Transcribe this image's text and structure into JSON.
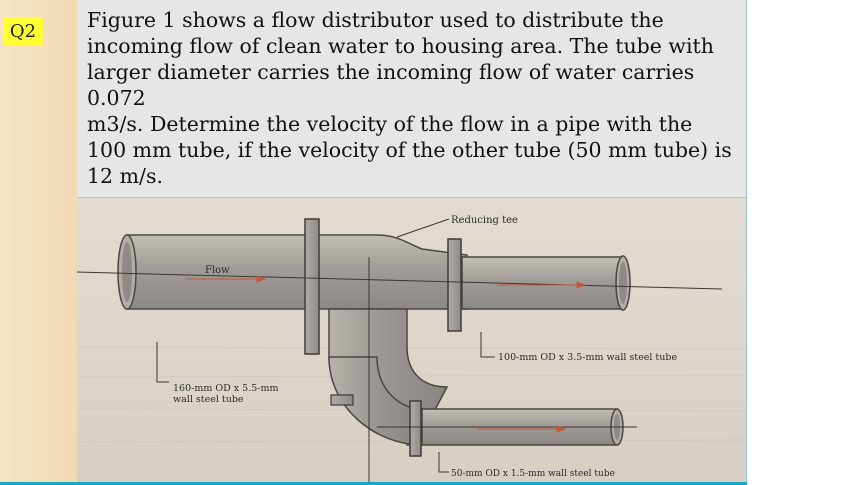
{
  "question": {
    "label": "Q2",
    "text": "Figure 1 shows a flow distributor  used to distribute the\nincoming flow of clean water to housing area. The tube with\nlarger diameter carries the incoming flow of water carries 0.072\nm3/s. Determine the velocity of the flow in a pipe with the\n100 mm tube, if the velocity of the other tube (50 mm tube) is\n12 m/s."
  },
  "figure": {
    "reducing_tee_label": "Reducing tee",
    "flow_label": "Flow",
    "main_tube_label_line1": "160-mm OD x 5.5-mm",
    "main_tube_label_line2": "wall steel tube",
    "branch_100_label": "100-mm OD x 3.5-mm wall steel tube",
    "branch_50_label": "50-mm OD x 1.5-mm wall steel tube"
  },
  "colors": {
    "highlight": "#ffff33",
    "question_bg": "#e6e6e6",
    "accent_line": "#1aa8c4"
  }
}
